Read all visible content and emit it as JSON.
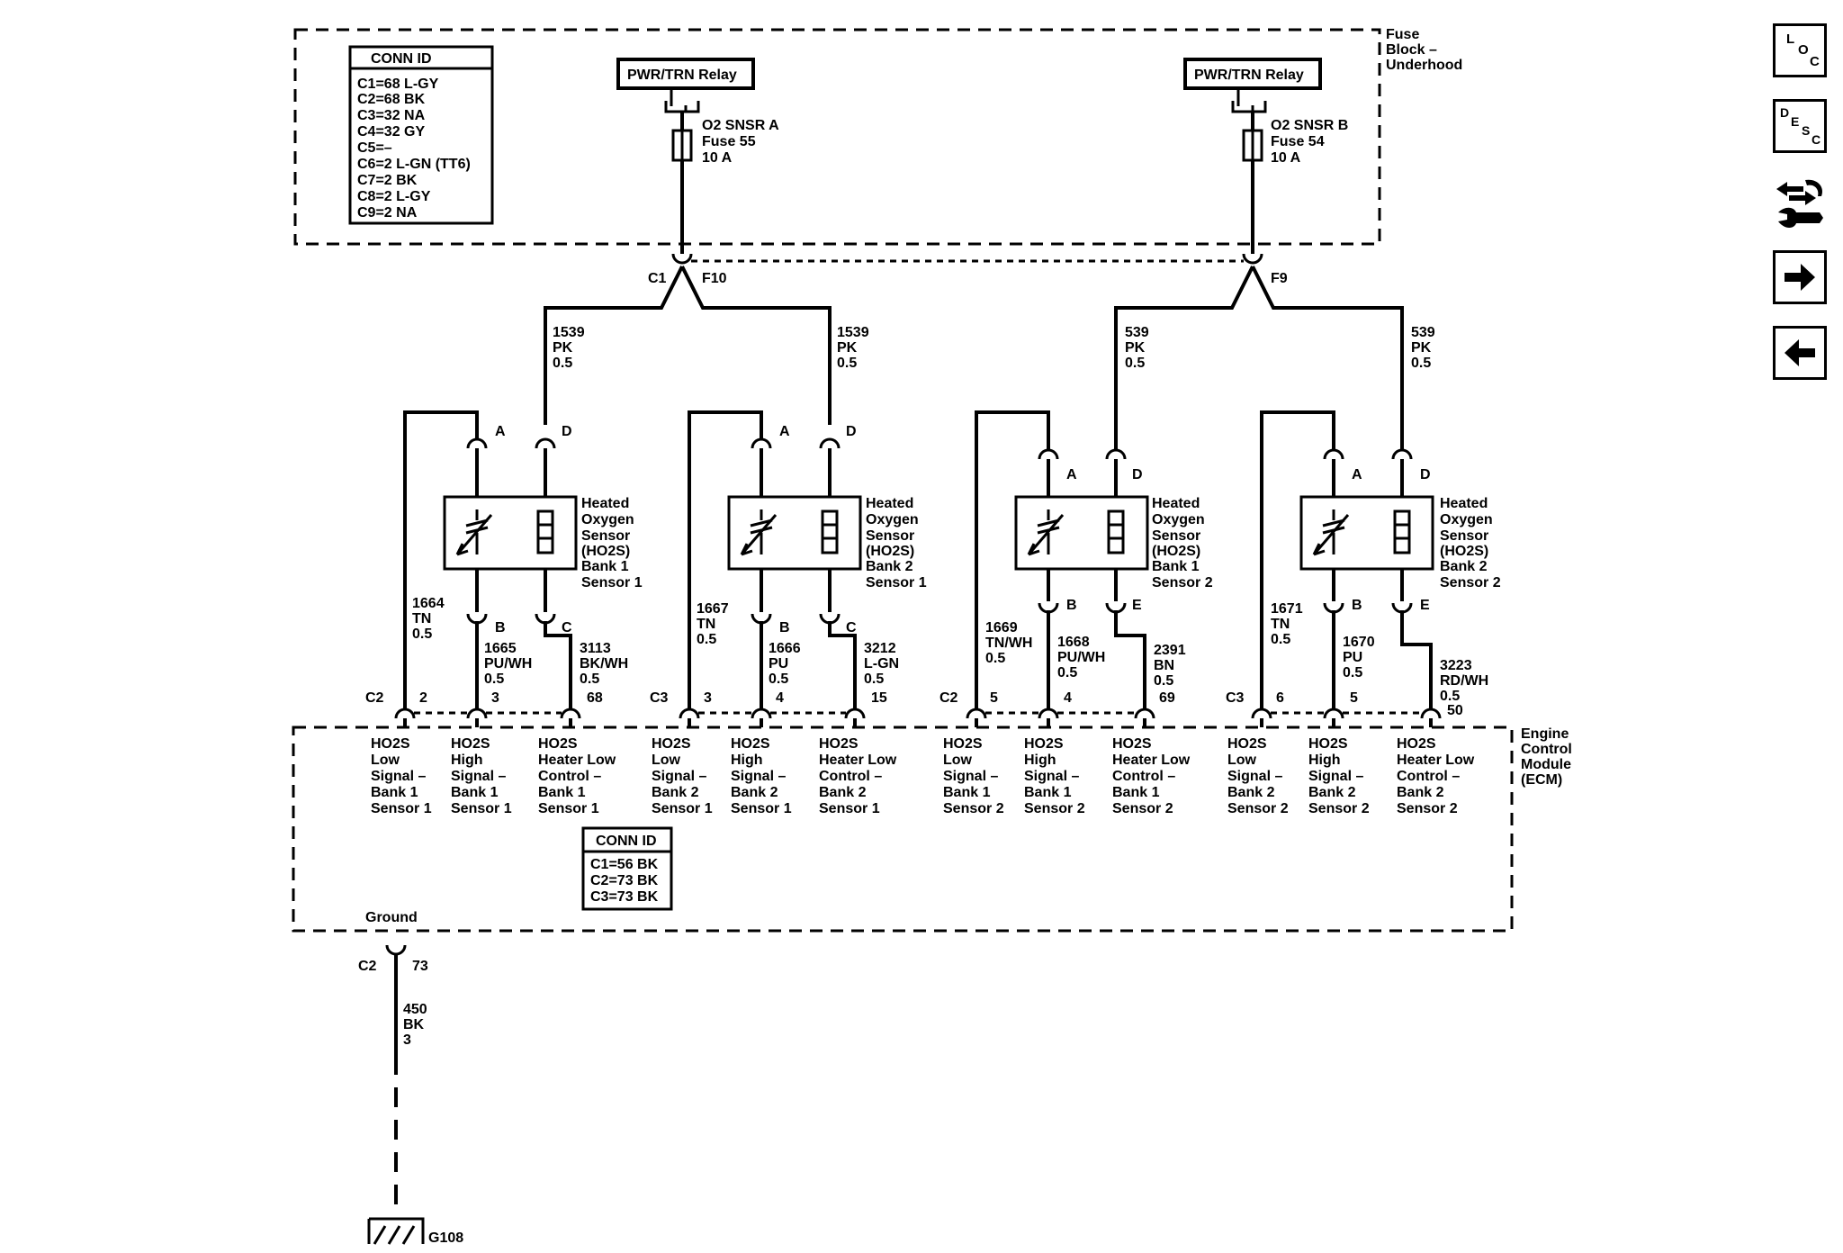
{
  "fuse_block": {
    "label": [
      "Fuse",
      "Block –",
      "Underhood"
    ],
    "conn_id_title": "CONN ID",
    "conn_id": [
      "C1=68 L-GY",
      "C2=68 BK",
      "C3=32 NA",
      "C4=32 GY",
      "C5=–",
      "C6=2 L-GN (TT6)",
      "C7=2 BK",
      "C8=2 L-GY",
      "C9=2 NA"
    ],
    "relay_a": "PWR/TRN Relay",
    "relay_b": "PWR/TRN Relay",
    "fuse_a": [
      "O2 SNSR A",
      "Fuse 55",
      "10 A"
    ],
    "fuse_b": [
      "O2 SNSR B",
      "Fuse 54",
      "10 A"
    ],
    "c1": "C1",
    "f10": "F10",
    "f9": "F9"
  },
  "feeds": [
    [
      "1539",
      "PK",
      "0.5"
    ],
    [
      "1539",
      "PK",
      "0.5"
    ],
    [
      "539",
      "PK",
      "0.5"
    ],
    [
      "539",
      "PK",
      "0.5"
    ]
  ],
  "sensors": [
    {
      "label": [
        "Heated",
        "Oxygen",
        "Sensor",
        "(HO2S)",
        "Bank 1",
        "Sensor 1"
      ],
      "pin_top_signal": "A",
      "pin_top_heater": "D",
      "pin_bot_signal": "B",
      "pin_bot_heater": "C",
      "low_wire": [
        "1664",
        "TN",
        "0.5"
      ],
      "high_wire": [
        "1665",
        "PU/WH",
        "0.5"
      ],
      "heater_wire": [
        "3113",
        "BK/WH",
        "0.5"
      ],
      "conn": "C2",
      "pins": [
        "2",
        "3",
        "68"
      ]
    },
    {
      "label": [
        "Heated",
        "Oxygen",
        "Sensor",
        "(HO2S)",
        "Bank 2",
        "Sensor 1"
      ],
      "pin_top_signal": "A",
      "pin_top_heater": "D",
      "pin_bot_signal": "B",
      "pin_bot_heater": "C",
      "low_wire": [
        "1667",
        "TN",
        "0.5"
      ],
      "high_wire": [
        "1666",
        "PU",
        "0.5"
      ],
      "heater_wire": [
        "3212",
        "L-GN",
        "0.5"
      ],
      "conn": "C3",
      "pins": [
        "3",
        "4",
        "15"
      ]
    },
    {
      "label": [
        "Heated",
        "Oxygen",
        "Sensor",
        "(HO2S)",
        "Bank 1",
        "Sensor 2"
      ],
      "pin_top_signal": "A",
      "pin_top_heater": "D",
      "pin_bot_signal": "B",
      "pin_bot_heater": "E",
      "low_wire": [
        "1669",
        "TN/WH",
        "0.5"
      ],
      "high_wire": [
        "1668",
        "PU/WH",
        "0.5"
      ],
      "heater_wire": [
        "2391",
        "BN",
        "0.5"
      ],
      "conn": "C2",
      "pins": [
        "5",
        "4",
        "69"
      ]
    },
    {
      "label": [
        "Heated",
        "Oxygen",
        "Sensor",
        "(HO2S)",
        "Bank 2",
        "Sensor 2"
      ],
      "pin_top_signal": "A",
      "pin_top_heater": "D",
      "pin_bot_signal": "B",
      "pin_bot_heater": "E",
      "low_wire": [
        "1671",
        "TN",
        "0.5"
      ],
      "high_wire": [
        "1670",
        "PU",
        "0.5"
      ],
      "heater_wire": [
        "3223",
        "RD/WH",
        "0.5"
      ],
      "conn": "C3",
      "pins": [
        "6",
        "5",
        "50"
      ]
    }
  ],
  "ecm": {
    "label": [
      "Engine",
      "Control",
      "Module",
      "(ECM)"
    ],
    "circuits": [
      [
        "HO2S",
        "Low",
        "Signal –",
        "Bank 1",
        "Sensor 1"
      ],
      [
        "HO2S",
        "High",
        "Signal –",
        "Bank 1",
        "Sensor 1"
      ],
      [
        "HO2S",
        "Heater Low",
        "Control –",
        "Bank 1",
        "Sensor 1"
      ],
      [
        "HO2S",
        "Low",
        "Signal –",
        "Bank 2",
        "Sensor 1"
      ],
      [
        "HO2S",
        "High",
        "Signal –",
        "Bank 2",
        "Sensor 1"
      ],
      [
        "HO2S",
        "Heater Low",
        "Control –",
        "Bank 2",
        "Sensor 1"
      ],
      [
        "HO2S",
        "Low",
        "Signal –",
        "Bank 1",
        "Sensor 2"
      ],
      [
        "HO2S",
        "High",
        "Signal –",
        "Bank 1",
        "Sensor 2"
      ],
      [
        "HO2S",
        "Heater Low",
        "Control –",
        "Bank 1",
        "Sensor 2"
      ],
      [
        "HO2S",
        "Low",
        "Signal –",
        "Bank 2",
        "Sensor 2"
      ],
      [
        "HO2S",
        "High",
        "Signal –",
        "Bank 2",
        "Sensor 2"
      ],
      [
        "HO2S",
        "Heater Low",
        "Control –",
        "Bank 2",
        "Sensor 2"
      ]
    ],
    "conn_id_title": "CONN ID",
    "conn_id": [
      "C1=56 BK",
      "C2=73 BK",
      "C3=73 BK"
    ],
    "ground_label": "Ground",
    "ground_conn": "C2",
    "ground_pin": "73",
    "ground_wire": [
      "450",
      "BK",
      "3"
    ],
    "ground_point": "G108"
  },
  "nav": {
    "loc": [
      "L",
      "O",
      "C"
    ],
    "desc": [
      "D",
      "E",
      "S",
      "C"
    ]
  }
}
